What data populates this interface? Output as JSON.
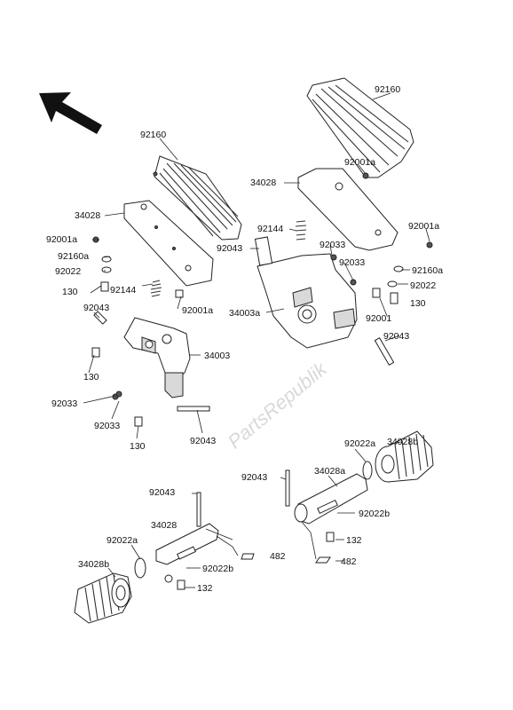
{
  "watermark": "PartsRepublik",
  "labels": {
    "l_92160_a": "92160",
    "l_92160_b": "92160",
    "l_34028_a": "34028",
    "l_34028_b": "34028",
    "l_92001a_a": "92001a",
    "l_92160a_a": "92160a",
    "l_92022_a": "92022",
    "l_130_a": "130",
    "l_92144_a": "92144",
    "l_92001a_b": "92001a",
    "l_92043_a": "92043",
    "l_34003": "34003",
    "l_130_b": "130",
    "l_92033_a": "92033",
    "l_92033_b": "92033",
    "l_130_c": "130",
    "l_92043_b": "92043",
    "l_92001a_c": "92001a",
    "l_92001a_d": "92001a",
    "l_92144_b": "92144",
    "l_92043_c": "92043",
    "l_92033_c": "92033",
    "l_92033_d": "92033",
    "l_92160a_b": "92160a",
    "l_34003a": "34003a",
    "l_92022_b": "92022",
    "l_130_d": "130",
    "l_92001": "92001",
    "l_92043_d": "92043",
    "l_34028b_a": "34028b",
    "l_92022a_a": "92022a",
    "l_92043_e": "92043",
    "l_34028a": "34028a",
    "l_92022b_a": "92022b",
    "l_132_a": "132",
    "l_482_a": "482",
    "l_482_b": "482",
    "l_92043_f": "92043",
    "l_34028_c": "34028",
    "l_92022a_b": "92022a",
    "l_34028b_b": "34028b",
    "l_92022b_b": "92022b",
    "l_132_b": "132"
  }
}
